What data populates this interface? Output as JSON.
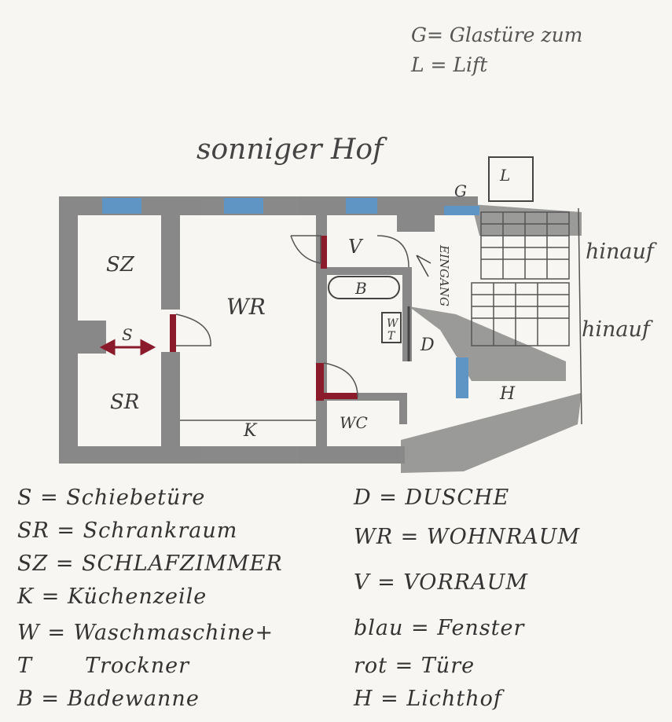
{
  "notes": {
    "top1": "G= Glastüre zum",
    "top2": "L = Lift",
    "title": "sonniger Hof",
    "hinauf1": "hinauf",
    "hinauf2": "hinauf"
  },
  "rooms": {
    "sz": "SZ",
    "sr": "SR",
    "wr": "WR",
    "v": "V",
    "b": "B",
    "wt": "W\nT",
    "d": "D",
    "wc": "WC",
    "k": "K",
    "h": "H",
    "g": "G",
    "l": "L",
    "s": "S",
    "eingang": "EINGANG"
  },
  "legend": {
    "left": [
      "S = Schiebetüre",
      "SR = Schrankraum",
      "SZ = SCHLAFZIMMER",
      "K = Küchenzeile",
      "W = Waschmaschine+",
      "T       Trockner",
      "B = Badewanne"
    ],
    "right": [
      "D = DUSCHE",
      "WR = WOHNRAUM",
      "V = VORRAUM",
      "blau = Fenster",
      "rot = Türe",
      "H = Lichthof"
    ]
  },
  "colors": {
    "wall": "#7d7d7d",
    "window": "#5f95c4",
    "door": "#8b1a2b",
    "ink": "#3a3a3a"
  }
}
